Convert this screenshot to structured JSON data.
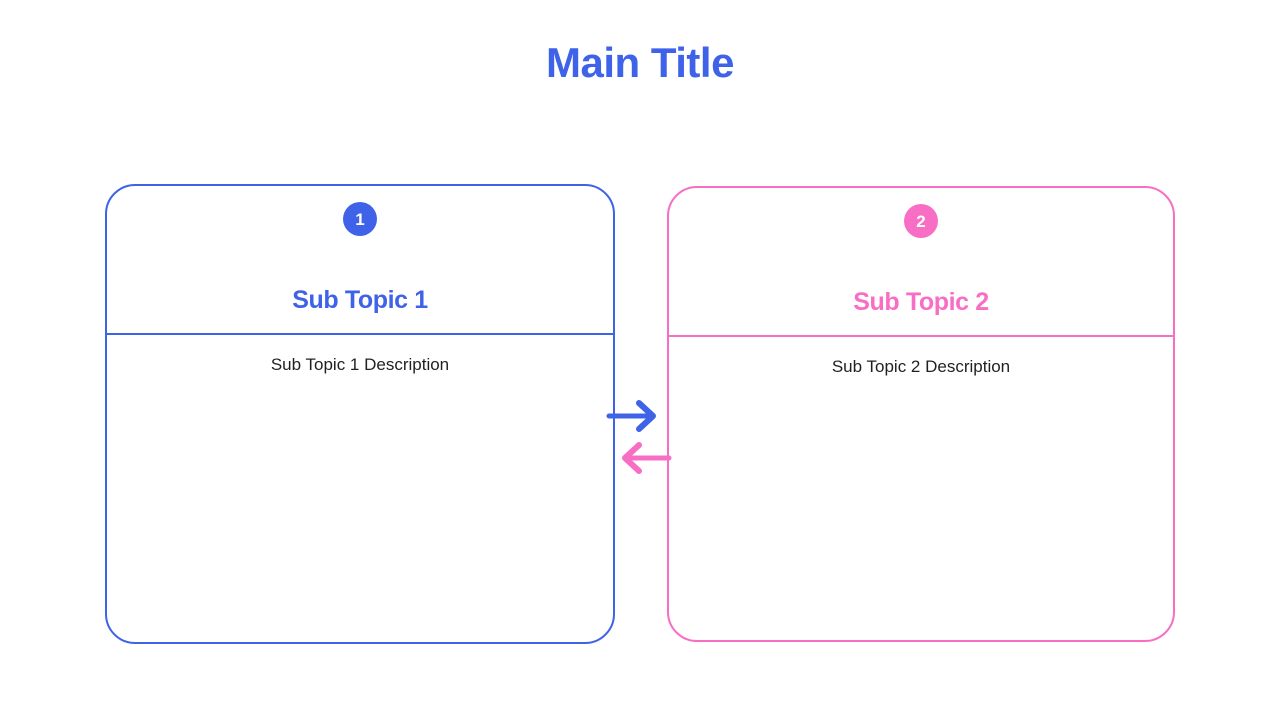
{
  "page": {
    "background_color": "#ffffff"
  },
  "header": {
    "title": "Main Title",
    "title_color": "#3f63e8"
  },
  "colors": {
    "blue": "#3f63e8",
    "pink": "#f86ec4",
    "text": "#231f20"
  },
  "cards": [
    {
      "badge_number": "1",
      "badge_color": "#3f63e8",
      "title": "Sub Topic 1",
      "title_color": "#3f63e8",
      "description": "Sub Topic 1 Description",
      "border_color": "#3f63e8"
    },
    {
      "badge_number": "2",
      "badge_color": "#f86ec4",
      "title": "Sub Topic 2",
      "title_color": "#f86ec4",
      "description": "Sub Topic 2 Description",
      "border_color": "#f86ec4"
    }
  ],
  "connectors": [
    {
      "name": "arrow-right",
      "direction": "right",
      "color": "#3f63e8",
      "from": "Sub Topic 1",
      "to": "Sub Topic 2"
    },
    {
      "name": "arrow-left",
      "direction": "left",
      "color": "#f86ec4",
      "from": "Sub Topic 2",
      "to": "Sub Topic 1"
    }
  ]
}
